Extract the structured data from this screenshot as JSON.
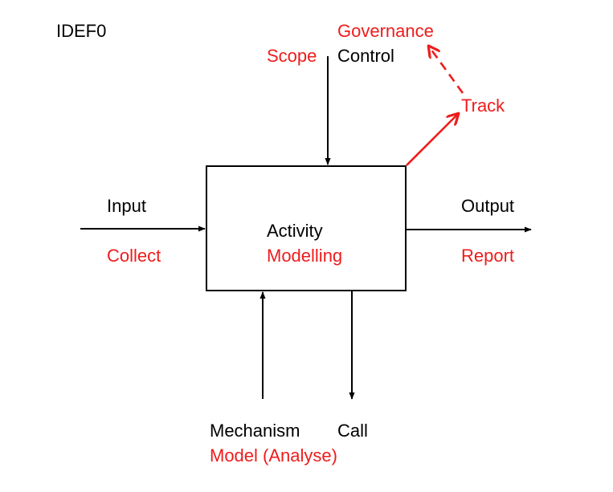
{
  "title": "IDEF0",
  "activity": {
    "name": "Activity",
    "subtitle": "Modelling"
  },
  "control": {
    "label": "Control",
    "extra": "Scope"
  },
  "governance": {
    "label": "Governance",
    "track_label": "Track"
  },
  "input": {
    "label": "Input",
    "extra": "Collect"
  },
  "output": {
    "label": "Output",
    "extra": "Report"
  },
  "mechanism": {
    "label": "Mechanism",
    "extra": "Model (Analyse)"
  },
  "call": {
    "label": "Call"
  },
  "colors": {
    "black": "#000000",
    "red": "#ee1c1c"
  }
}
